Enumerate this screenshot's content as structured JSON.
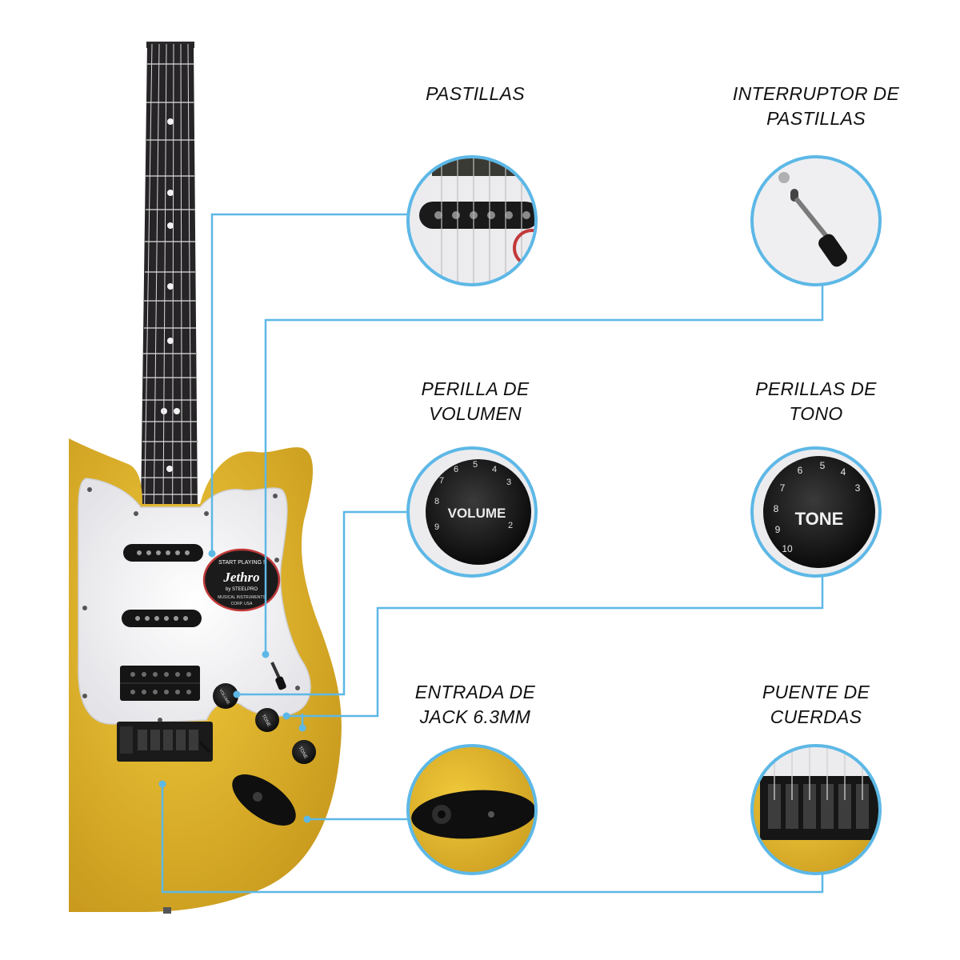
{
  "accent_color": "#5db8e6",
  "body_color": "#e1b42b",
  "callouts": {
    "pastillas": {
      "lines": [
        "PASTILLAS"
      ]
    },
    "interruptor": {
      "lines": [
        "INTERRUPTOR DE",
        "PASTILLAS"
      ]
    },
    "volumen": {
      "lines": [
        "PERILLA DE",
        "VOLUMEN"
      ],
      "knob_text": "VOLUME"
    },
    "tono": {
      "lines": [
        "PERILLAS DE",
        "TONO"
      ],
      "knob_text": "TONE"
    },
    "jack": {
      "lines": [
        "ENTRADA DE",
        "JACK 6.3MM"
      ]
    },
    "puente": {
      "lines": [
        "PUENTE DE",
        "CUERDAS"
      ]
    }
  },
  "guitar": {
    "sticker": {
      "top": "START PLAYING !",
      "brand": "Jethro",
      "by": "by STEELPRO",
      "line1": "MUSICAL INSTRUMENTS",
      "line2": "CORP. USA"
    },
    "volume_knob": "VOLUME",
    "tone_knob": "TONE"
  }
}
